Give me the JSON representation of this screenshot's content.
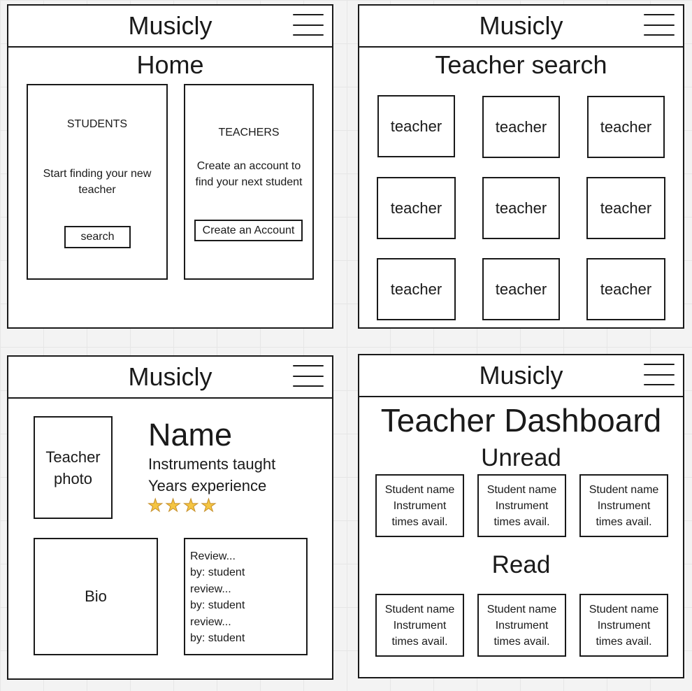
{
  "app_name": "Musicly",
  "home": {
    "title": "Home",
    "students": {
      "heading": "STUDENTS",
      "text": "Start finding your new teacher",
      "button": "search"
    },
    "teachers": {
      "heading": "TEACHERS",
      "text": "Create an account to find your next student",
      "button": "Create an Account"
    }
  },
  "search": {
    "title": "Teacher search",
    "cards": [
      "teacher",
      "teacher",
      "teacher",
      "teacher",
      "teacher",
      "teacher",
      "teacher",
      "teacher",
      "teacher"
    ]
  },
  "profile": {
    "photo": "Teacher photo",
    "name": "Name",
    "instruments": "Instruments taught",
    "years": "Years experience",
    "rating_stars": 4,
    "bio": "Bio",
    "reviews": [
      "Review...",
      "by: student",
      "review...",
      "by: student",
      "review...",
      "by: student"
    ]
  },
  "dashboard": {
    "title": "Teacher Dashboard",
    "unread_label": "Unread",
    "read_label": "Read",
    "card": {
      "name": "Student name",
      "instrument": "Instrument",
      "times": "times avail."
    },
    "unread_count": 3,
    "read_count": 3
  },
  "colors": {
    "stroke": "#1a1a1a",
    "star": "#f5c542",
    "canvas": "#f3f3f3"
  }
}
